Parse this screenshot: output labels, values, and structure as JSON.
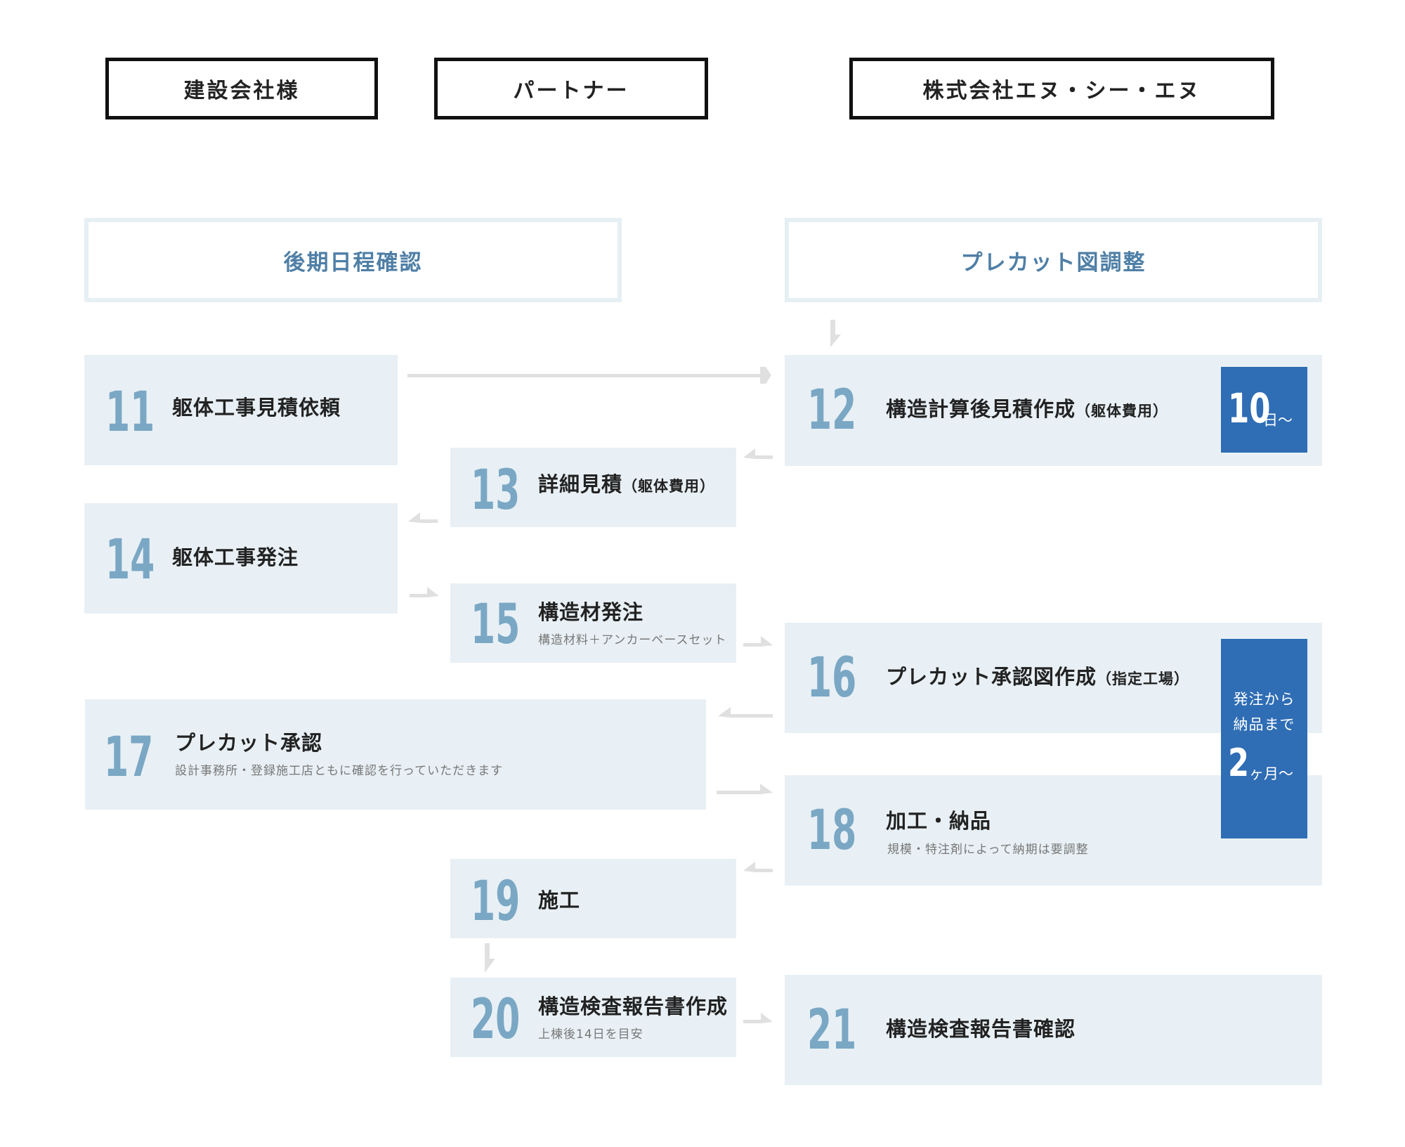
{
  "headers": {
    "builder": "建設会社様",
    "partner": "パートナー",
    "company": "株式会社エヌ・シー・エヌ"
  },
  "phases": {
    "left": "後期日程確認",
    "right": "プレカット図調整"
  },
  "steps": {
    "s11": {
      "num": "11",
      "title": "躯体工事見積依頼"
    },
    "s12": {
      "num": "12",
      "title": "構造計算後見積作成",
      "note": "（躯体費用）"
    },
    "s13": {
      "num": "13",
      "title": "詳細見積",
      "note": "（躯体費用）"
    },
    "s14": {
      "num": "14",
      "title": "躯体工事発注"
    },
    "s15": {
      "num": "15",
      "title": "構造材発注",
      "sub": "構造材料＋アンカーベースセット"
    },
    "s16": {
      "num": "16",
      "title": "プレカット承認図作成",
      "note": "（指定工場）"
    },
    "s17": {
      "num": "17",
      "title": "プレカット承認",
      "sub": "設計事務所・登録施工店ともに確認を行っていただきます"
    },
    "s18": {
      "num": "18",
      "title": "加工・納品",
      "sub": "規模・特注剤によって納期は要調整"
    },
    "s19": {
      "num": "19",
      "title": "施工"
    },
    "s20": {
      "num": "20",
      "title": "構造検査報告書作成",
      "sub": "上棟後14日を目安"
    },
    "s21": {
      "num": "21",
      "title": "構造検査報告書確認"
    }
  },
  "badges": {
    "b1": {
      "big": "10",
      "small": "日〜"
    },
    "b2": {
      "line1": "発注から",
      "line2": "納品まで",
      "big": "2",
      "small": "ヶ月〜"
    }
  },
  "colors": {
    "card": "#e8f0f5",
    "number": "#7aa7c4",
    "phase_text": "#4f7fa6",
    "badge": "#2f6db5",
    "arrow": "#e0e0e0"
  }
}
